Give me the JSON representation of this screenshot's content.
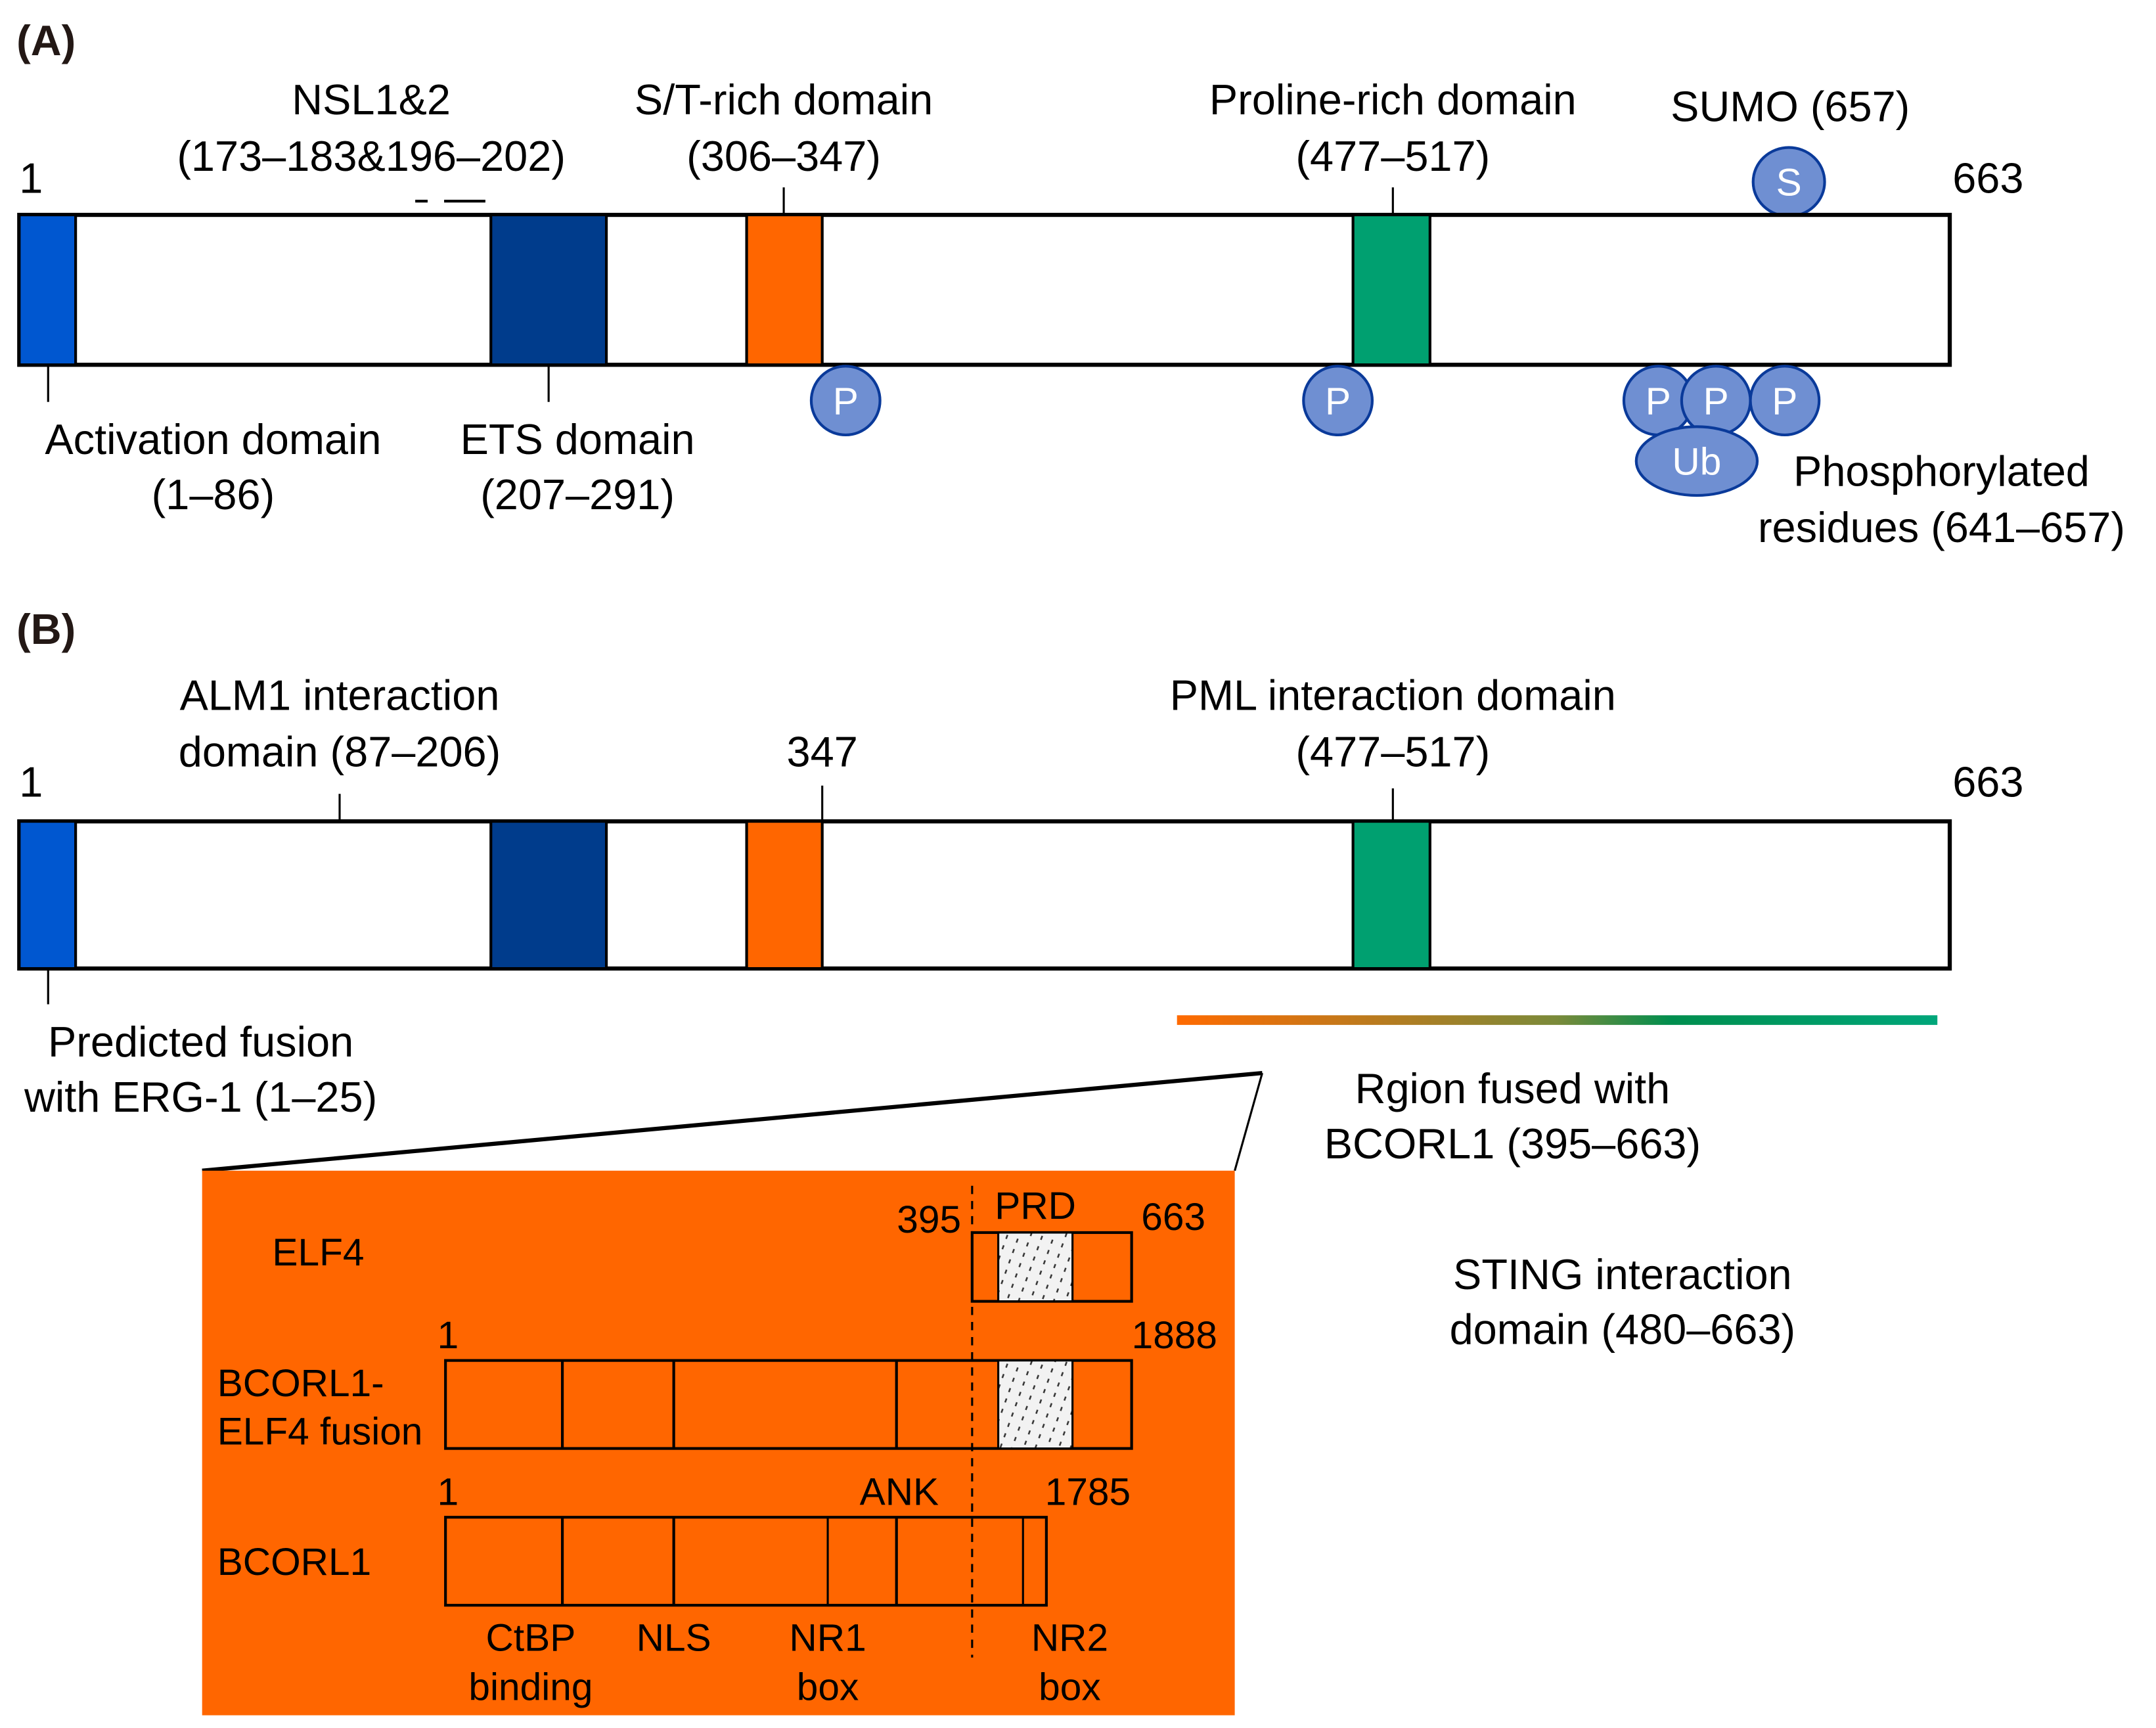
{
  "colors": {
    "activation": "#0057d0",
    "ets": "#003c8c",
    "st_rich": "#ff6600",
    "proline": "#00a070",
    "ptm_fill": "#6f8fd2",
    "ptm_stroke": "#0a3a9a",
    "inset_bg": "#ff6600",
    "prd_fill": "#eeeeee"
  },
  "panelA": {
    "label": "(A)",
    "length": 663,
    "start_label": "1",
    "end_label": "663",
    "domains": [
      {
        "name": "Activation domain",
        "start": 1,
        "end": 86,
        "color_key": "activation",
        "label": [
          "Activation domain",
          "(1–86)"
        ]
      },
      {
        "name": "ETS domain",
        "start": 207,
        "end": 291,
        "color_key": "ets",
        "label": [
          "ETS domain",
          "(207–291)"
        ]
      },
      {
        "name": "S/T-rich domain",
        "start": 306,
        "end": 347,
        "color_key": "st_rich",
        "label": [
          "S/T-rich domain",
          "(306–347)"
        ]
      },
      {
        "name": "Proline-rich domain",
        "start": 477,
        "end": 517,
        "color_key": "proline",
        "label": [
          "Proline-rich domain",
          "(477–517)"
        ]
      }
    ],
    "nsl_label": [
      "NSL1&2",
      "(173–183&196–202)"
    ],
    "nsl_segments": [
      [
        173,
        183
      ],
      [
        196,
        202
      ]
    ],
    "sumo_label": "SUMO (657)",
    "sumo_glyph": "S",
    "phospho_glyph": "P",
    "ub_glyph": "Ub",
    "phospho_label": [
      "Phosphorylated",
      "residues (641–657)"
    ]
  },
  "panelB": {
    "label": "(B)",
    "start_label": "1",
    "end_label": "663",
    "alm1_label": [
      "ALM1 interaction",
      "domain (87–206)"
    ],
    "st_end_label": "347",
    "pml_label": [
      "PML interaction domain",
      "(477–517)"
    ],
    "erg_label": [
      "Predicted fusion",
      "with ERG-1 (1–25)"
    ],
    "bcorl1_region_label": [
      "Rgion fused with",
      "BCORL1 (395–663)"
    ],
    "bcorl1_region": [
      395,
      663
    ],
    "sting_label": [
      "STING interaction",
      "domain (480–663)"
    ],
    "sting_region": [
      480,
      663
    ]
  },
  "inset": {
    "elf4": {
      "name": "ELF4",
      "start_label": "395",
      "end_label": "663",
      "prd_label": "PRD"
    },
    "fusion": {
      "name": [
        "BCORL1-",
        "ELF4 fusion"
      ],
      "start_label": "1",
      "end_label": "1888"
    },
    "bcorl1": {
      "name": "BCORL1",
      "start_label": "1",
      "end_label": "1785",
      "ank_label": "ANK",
      "feature_labels": [
        [
          "CtBP",
          "binding"
        ],
        [
          "NLS",
          ""
        ],
        [
          "NR1",
          "box"
        ],
        [
          "NR2",
          "box"
        ]
      ]
    }
  }
}
